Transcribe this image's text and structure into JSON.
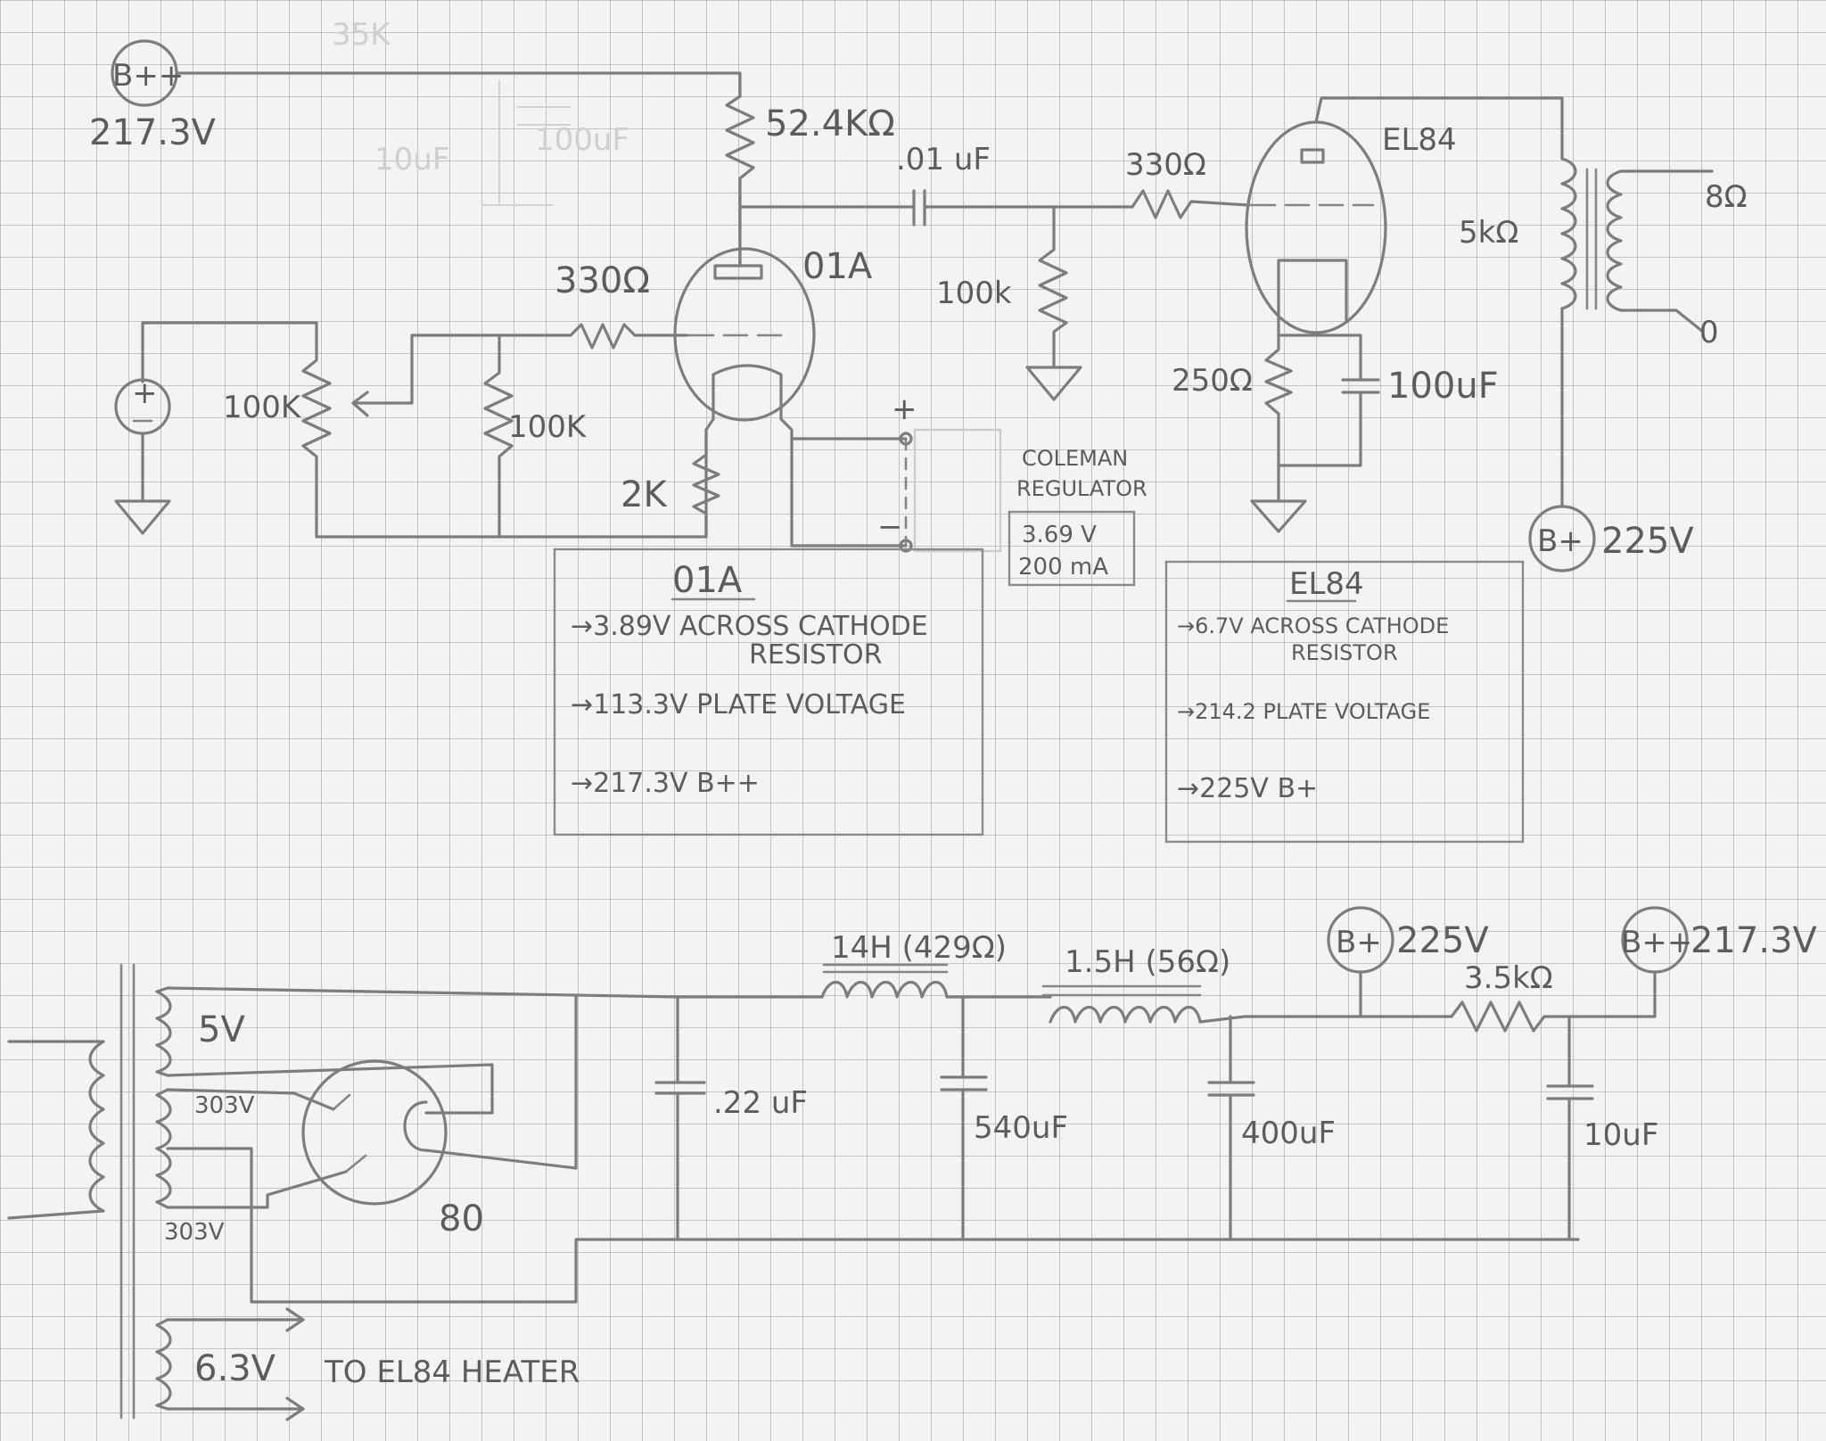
{
  "labels": {
    "bpp_symbol": "B++",
    "bpp_voltage": "217.3V",
    "r_plate_01a": "52.4KΩ",
    "cap_coupling": ".01 uF",
    "r_grid_el84": "330Ω",
    "tube_el84": "EL84",
    "transformer_imp": "5kΩ",
    "speaker_8": "8Ω",
    "speaker_0": "0",
    "r_grid_01a": "330Ω",
    "tube_01a": "01A",
    "r_grid_leak": "100k",
    "r_pot": "100K",
    "r_fixed": "100K",
    "r_cathode_el84": "250Ω",
    "cap_cathode_el84": "100uF",
    "r_cathode_01a": "2K",
    "reg_plus": "+",
    "reg_minus": "−",
    "coleman_line1": "COLEMAN",
    "coleman_line2": "REGULATOR",
    "reg_voltage": "3.69 V",
    "reg_current": "200 mA",
    "bp_symbol": "B+",
    "bp_voltage": "225V",
    "ghost_35k": "35K",
    "ghost_10u": "10uF",
    "ghost_100u": "100uF"
  },
  "notes_01a": {
    "title": "01A",
    "line1": "→3.89V  ACROSS CATHODE",
    "line1b": "RESISTOR",
    "line2": "→113.3V  PLATE VOLTAGE",
    "line3": "→217.3V  B++"
  },
  "notes_el84": {
    "title": "EL84",
    "line1": "→6.7V  ACROSS CATHODE",
    "line1b": "RESISTOR",
    "line2": "→214.2  PLATE VOLTAGE",
    "line3": "→225V  B+"
  },
  "psu": {
    "v5": "5V",
    "v303a": "303V",
    "v303b": "303V",
    "rectifier": "80",
    "cap1": ".22 uF",
    "choke1": "14H (429Ω)",
    "cap2": "540uF",
    "choke2": "1.5H (56Ω)",
    "cap3": "400uF",
    "bp_symbol": "B+",
    "bp_voltage": "225V",
    "r_drop": "3.5kΩ",
    "bpp_symbol": "B++",
    "bpp_voltage": "217.3V",
    "cap4": "10uF",
    "heater_v": "6.3V",
    "heater_to": "TO EL84 HEATER"
  }
}
